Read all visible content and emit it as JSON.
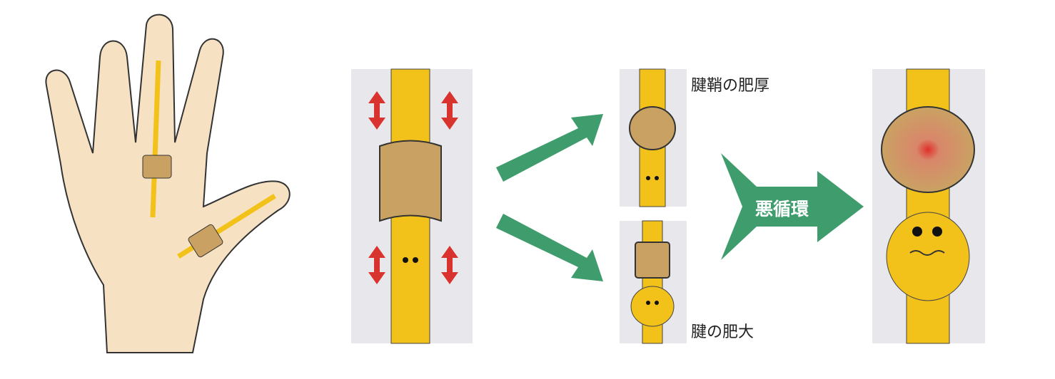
{
  "labels": {
    "sheath_thickening": "腱鞘の肥厚",
    "tendon_enlargement": "腱の肥大",
    "vicious_cycle": "悪循環"
  },
  "colors": {
    "skin": "#f7e1c3",
    "tendon": "#f2c21b",
    "sheath": "#c9a263",
    "panel": "#e8e8ec",
    "arrow_green": "#3f9c6c",
    "arrow_red": "#d8332f"
  }
}
